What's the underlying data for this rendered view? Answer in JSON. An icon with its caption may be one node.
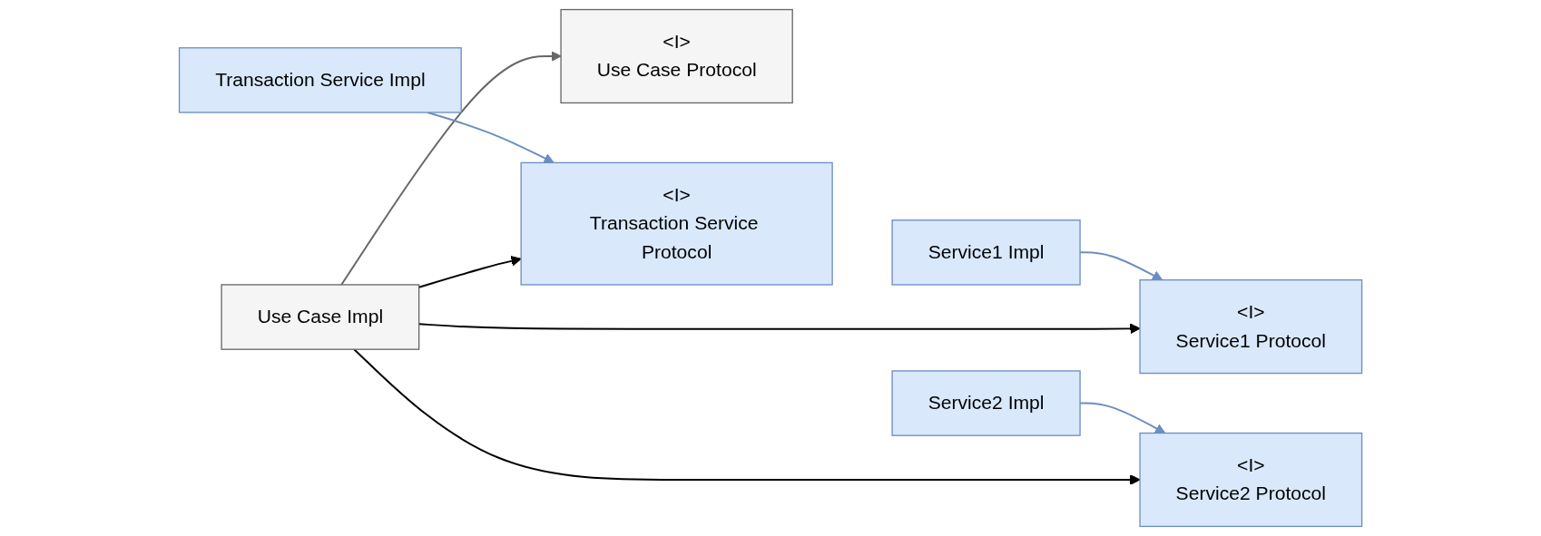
{
  "diagram": {
    "nodes": [
      {
        "text": [
          "<I>",
          "Use Case Protocol"
        ]
      },
      {
        "text": [
          "Use Case Impl"
        ]
      },
      {
        "text": [
          "<I>",
          "Transaction Service Protocol"
        ]
      },
      {
        "text": [
          "Transaction Service Impl"
        ]
      },
      {
        "text": [
          "<I>",
          "Service1 Protocol"
        ]
      },
      {
        "text": [
          "Service1 Impl"
        ]
      },
      {
        "text": [
          "<I>",
          "Service2 Protocol"
        ]
      },
      {
        "text": [
          "Service2 Impl"
        ]
      }
    ],
    "edges": [
      {
        "from": 1,
        "to": 0,
        "arrow": "to",
        "color": "#666666"
      },
      {
        "from": 1,
        "to": 4,
        "arrow": "to"
      },
      {
        "from": 1,
        "to": 2,
        "arrow": "to"
      },
      {
        "from": 3,
        "to": 2,
        "arrow": "to",
        "color": "#6c8ebf"
      },
      {
        "from": 5,
        "to": 4,
        "arrow": "to",
        "color": "#6c8ebf"
      },
      {
        "from": 1,
        "to": 6,
        "arrow": "to"
      },
      {
        "from": 7,
        "to": 6,
        "arrow": "to",
        "color": "#6c8ebf"
      }
    ]
  }
}
